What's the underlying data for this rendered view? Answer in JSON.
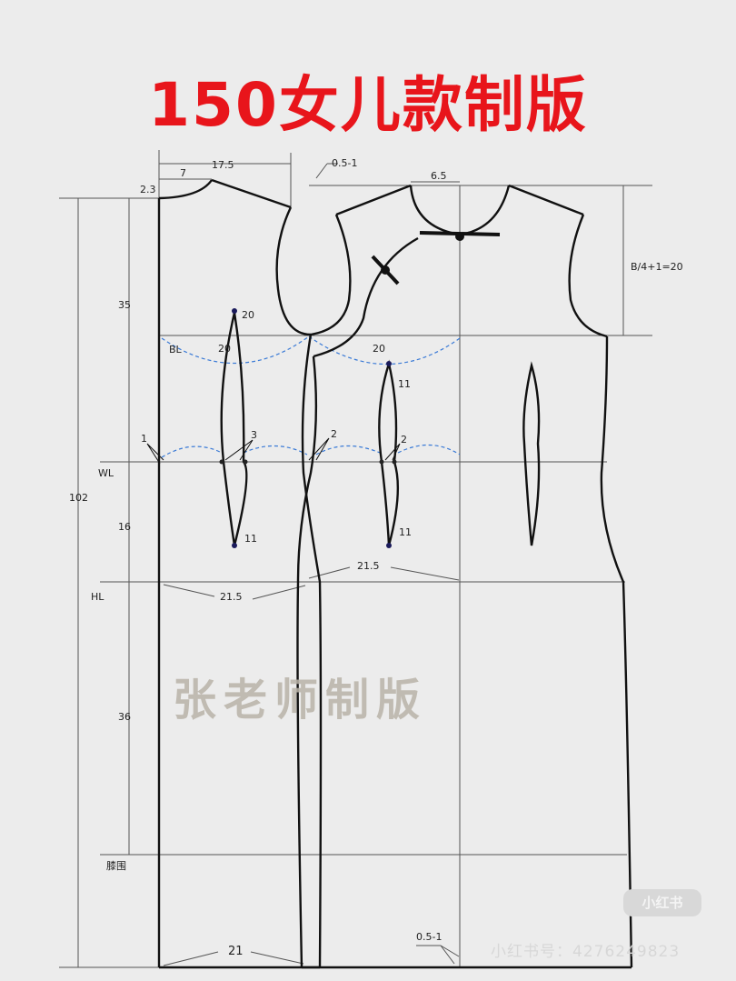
{
  "title": "150女儿款制版",
  "watermark": "张老师制版",
  "platform_logo": "小红书",
  "account_id": "小红书号：4276249823",
  "labels": {
    "bl": "BL",
    "wl": "WL",
    "hl": "HL",
    "knee": "膝围"
  },
  "dimensions": {
    "d_17_5": "17.5",
    "d_7": "7",
    "d_2_3": "2.3",
    "d_0_5_1_top": "0.5-1",
    "d_6_5": "6.5",
    "d_b4": "B/4+1=20",
    "d_35": "35",
    "d_102": "102",
    "d_16": "16",
    "d_36": "36",
    "d_20_dart_top": "20",
    "d_20_bl_left": "20",
    "d_20_bl_right": "20",
    "d_11_front_top": "11",
    "d_11_back_bottom": "11",
    "d_11_front_bottom": "11",
    "d_1": "1",
    "d_3": "3",
    "d_2_side": "2",
    "d_2_front": "2",
    "d_21_5_right": "21.5",
    "d_21_5_left": "21.5",
    "d_21": "21",
    "d_0_5_1_bottom": "0.5-1"
  }
}
